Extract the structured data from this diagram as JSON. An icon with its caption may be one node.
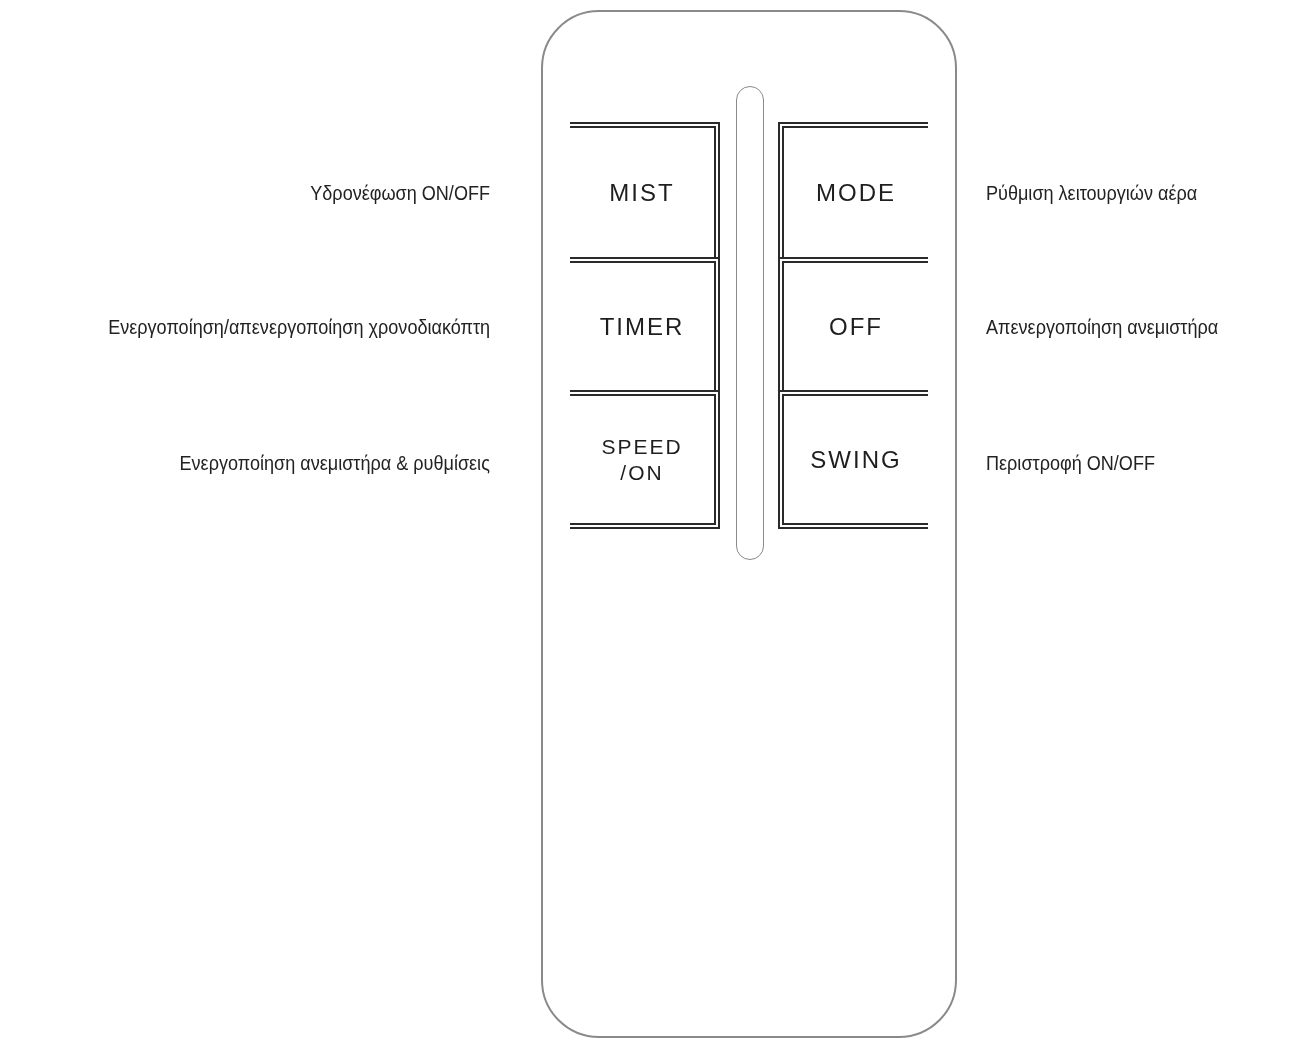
{
  "diagram": {
    "nodes": [
      {
        "text": [],
        "shape": "box"
      },
      {
        "text": [
          "MIST"
        ],
        "in": 0,
        "beside": [
          "Υδρονέφωση ON/OFF"
        ]
      },
      {
        "text": [
          "MODE"
        ],
        "in": 0,
        "beside": [
          "Ρύθμιση λειτουργιών αέρα"
        ]
      },
      {
        "text": [
          "TIMER"
        ],
        "in": 0,
        "beside": [
          "Ενεργοποίηση/απενεργοποίηση χρονοδιακόπτη"
        ]
      },
      {
        "text": [
          "OFF"
        ],
        "in": 0,
        "beside": [
          "Απενεργοποίηση ανεμιστήρα"
        ]
      },
      {
        "text": [
          "SPEED /ON"
        ],
        "in": 0,
        "beside": [
          "Ενεργοποίηση ανεμιστήρα & ρυθμίσεις"
        ]
      },
      {
        "text": [
          "SWING"
        ],
        "in": 0,
        "beside": [
          "Περιστροφή ON/OFF"
        ]
      },
      {
        "text": [],
        "shape": "bar",
        "in": 0
      }
    ]
  }
}
